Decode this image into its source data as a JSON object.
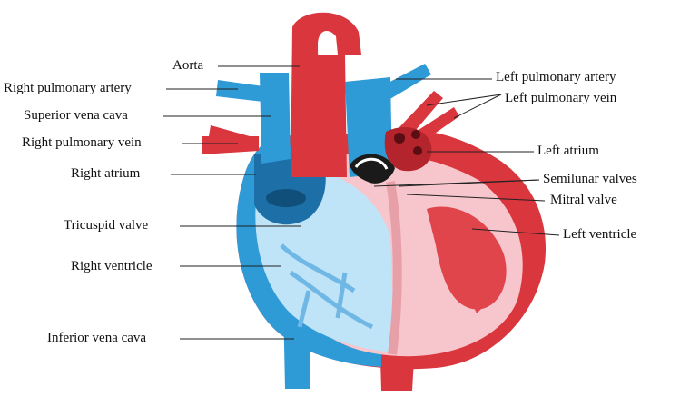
{
  "diagram": {
    "colors": {
      "arterial": "#d9363e",
      "arterial_dark": "#b3242c",
      "venous": "#2f9bd6",
      "venous_dark": "#1d6fa8",
      "chamber_pink": "#f7c6cc",
      "chamber_blue": "#bfe3f7",
      "muscle_red": "#e0454c",
      "outline": "#8a1c22",
      "leader": "#222222"
    },
    "labels": {
      "aorta": "Aorta",
      "right_pulmonary_artery": "Right pulmonary artery",
      "superior_vena_cava": "Superior vena cava",
      "right_pulmonary_vein": "Right pulmonary vein",
      "right_atrium": "Right atrium",
      "tricuspid_valve": "Tricuspid valve",
      "right_ventricle": "Right ventricle",
      "inferior_vena_cava": "Inferior vena cava",
      "left_pulmonary_artery": "Left pulmonary artery",
      "left_pulmonary_vein": "Left pulmonary vein",
      "left_atrium": "Left atrium",
      "semilunar_valves": "Semilunar valves",
      "mitral_valve": "Mitral valve",
      "left_ventricle": "Left ventricle"
    }
  }
}
